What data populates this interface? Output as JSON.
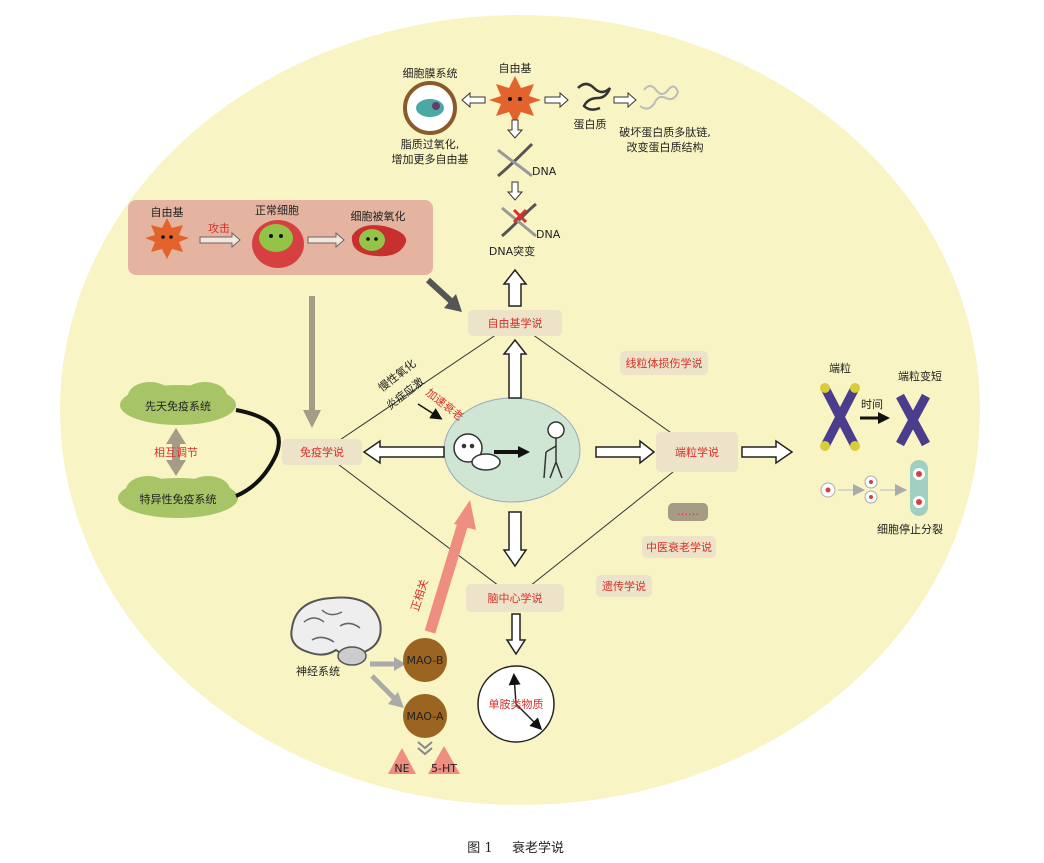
{
  "figure": {
    "caption_num": "图 1",
    "caption_title": "衰老学说"
  },
  "theories": {
    "free_radical": "自由基学说",
    "immune": "免疫学说",
    "telomere": "端粒学说",
    "brain_center": "脑中心学说",
    "mitochondria": "线粒体损伤学说",
    "tcm": "中医衰老学说",
    "genetic": "遗传学说",
    "ellipsis": "……"
  },
  "free_radical_top": {
    "membrane": "细胞膜系统",
    "radical": "自由基",
    "lipid_line1": "脂质过氧化,",
    "lipid_line2": "增加更多自由基",
    "protein": "蛋白质",
    "protein_effect_line1": "破坏蛋白质多肽链,",
    "protein_effect_line2": "改变蛋白质结构",
    "dna1": "DNA",
    "dna2": "DNA",
    "dna_mutation": "DNA突变"
  },
  "oxidation_box": {
    "radical": "自由基",
    "attack": "攻击",
    "normal_cell": "正常细胞",
    "oxidized_cell": "细胞被氧化"
  },
  "center": {
    "chronic_oxidation": "慢性氧化",
    "inflammation": "炎症应激",
    "accelerate_aging": "加速衰老"
  },
  "immune_side": {
    "innate": "先天免疫系统",
    "regulation": "相互调节",
    "specific": "特异性免疫系统"
  },
  "telomere_side": {
    "telomere": "端粒",
    "time": "时间",
    "shortened": "端粒变短",
    "cell_stop": "细胞停止分裂"
  },
  "nervous": {
    "system": "神经系统",
    "mao_b": "MAO-B",
    "mao_a": "MAO-A",
    "ne": "NE",
    "ht": "5-HT",
    "positive": "正相关",
    "monoamine": "单胺类物质"
  },
  "colors": {
    "ellipse_bg": "#f8f4c4",
    "node_bg": "#ede3c8",
    "red_text": "#d6302d",
    "cloud_green": "#a7c566",
    "center_circle": "#cfe6d4",
    "oxidation_box_bg": "#e4b4a0",
    "chromosome": "#4a3d8c",
    "telomere_cap": "#d8cc3a"
  }
}
